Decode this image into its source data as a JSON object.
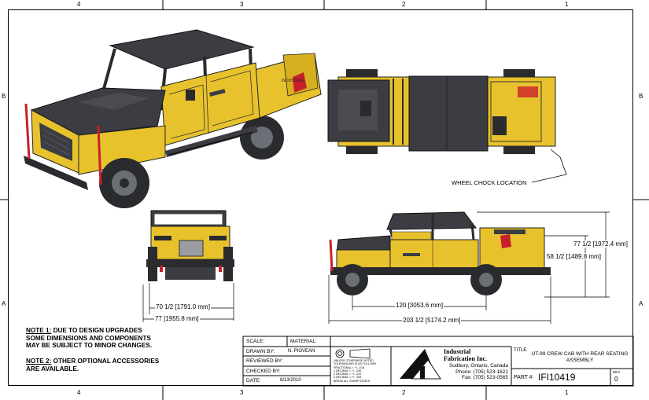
{
  "zones": {
    "top": [
      "4",
      "3",
      "2",
      "1"
    ],
    "bottom": [
      "4",
      "3",
      "2",
      "1"
    ],
    "left": [
      "B",
      "A"
    ],
    "right": [
      "B",
      "A"
    ]
  },
  "callouts": {
    "wheel_chock": "WHEEL CHOCK LOCATION"
  },
  "dimensions": {
    "front_width_1": "70 1/2 [1791.0 mm]",
    "front_width_2": "77 [1955.8 mm]",
    "side_height_1": "77 1/2 [1972.4 mm]",
    "side_height_2": "58 1/2 [1489.8 mm]",
    "wheelbase": "120 [3053.6 mm]",
    "overall_length": "203 1/2 [5174.2 mm]"
  },
  "notes": {
    "note1_label": "NOTE 1:",
    "note1_line1": " DUE TO DESIGN UPGRADES",
    "note1_line2": "SOME DIMENSIONS AND COMPONENTS",
    "note1_line3": "MAY BE SUBJECT TO MINOR CHANGES.",
    "note2_label": "NOTE 2:",
    "note2_line1": " OTHER OPTIONAL ACCESSORIES",
    "note2_line2": "ARE AVAILABLE."
  },
  "title_block": {
    "scale_label": "SCALE:",
    "material_label": "MATERIAL:",
    "drawn_by_label": "DRAWN BY:",
    "drawn_by_value": "N. PIOVEAN",
    "reviewed_by_label": "REVIEWED BY:",
    "checked_by_label": "CHECKED BY:",
    "date_label": "DATE:",
    "date_value": "8/13/2010",
    "tolerance_lines": [
      "UNLESS OTHERWISE NOTED",
      "TOLERANCING IS AS FOLLOWS",
      "FRACTIONAL = +/- 1/16",
      "1 DECIMAL = +/- .030",
      "2 DECIMAL = +/- .010",
      "3 DECIMAL = +/- .005",
      "BREAK ALL SHARP EDGES"
    ],
    "company_name_1": "Industrial",
    "company_name_2": "Fabrication Inc.",
    "company_city": "Sudbury, Ontario, Canada",
    "company_phone": "Phone: (705) 523-1621",
    "company_fax": "Fax: (705) 523-0565",
    "title_label": "TITLE",
    "title_line1": "UT-99 CREW CAB WITH REAR SEATING",
    "title_line2": "ASSEMBLY",
    "part_label": "PART #",
    "part_value": "IFI10419",
    "rev_label": "REV",
    "rev_value": "0"
  },
  "colors": {
    "body_yellow": "#e8c22c",
    "dark_grey": "#3b3d42",
    "frame_red": "#c8202a"
  }
}
